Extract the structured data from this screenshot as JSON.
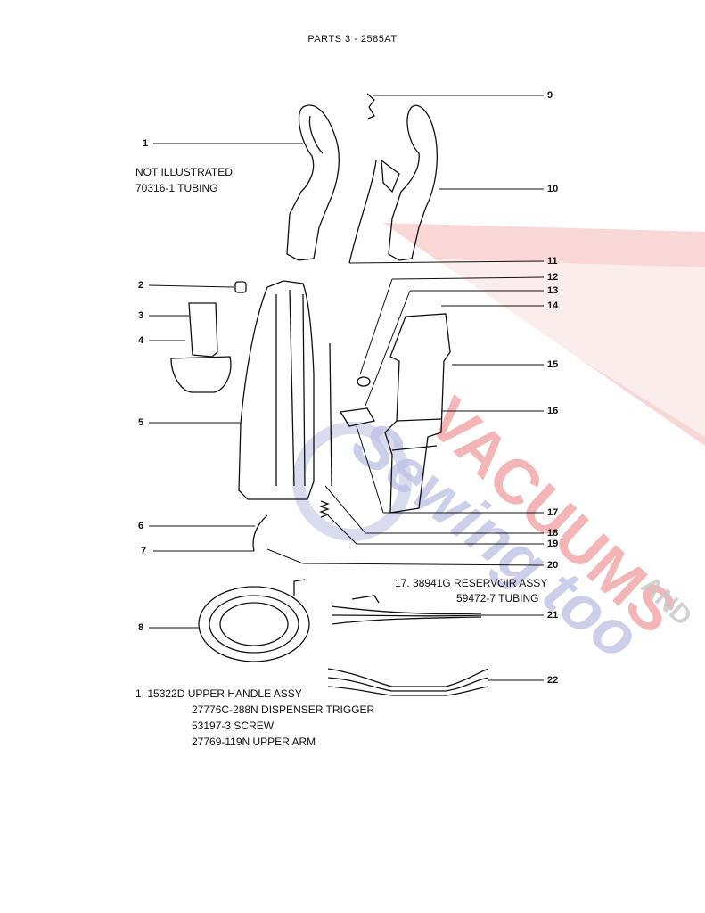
{
  "page_title": "PARTS 3 - 2585AT",
  "not_illustrated": {
    "heading": "NOT ILLUSTRATED",
    "line1": "70316-1 TUBING"
  },
  "callouts": [
    "1",
    "2",
    "3",
    "4",
    "5",
    "6",
    "7",
    "8",
    "9",
    "10",
    "11",
    "12",
    "13",
    "14",
    "15",
    "16",
    "17",
    "18",
    "19",
    "20",
    "21",
    "22"
  ],
  "note_17": {
    "line1": "17. 38941G RESERVOIR ASSY",
    "line2": "59472-7 TUBING"
  },
  "note_1": {
    "line1": "1. 15322D UPPER HANDLE ASSY",
    "line2": "27776C-288N DISPENSER TRIGGER",
    "line3": "53197-3 SCREW",
    "line4": "27769-119N UPPER ARM"
  },
  "watermark": {
    "text1": "VACUUMS",
    "text2": "AND",
    "text3": "Sewing too",
    "red": "#f29a9a",
    "blue": "#b9bde0"
  }
}
